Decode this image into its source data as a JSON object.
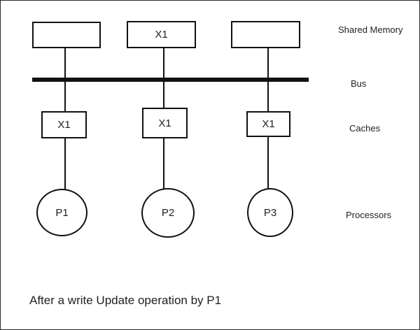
{
  "labels": {
    "shared_memory": "Shared Memory",
    "bus": "Bus",
    "caches": "Caches",
    "processors": "Processors"
  },
  "memory_blocks": [
    {
      "label": ""
    },
    {
      "label": "X1"
    },
    {
      "label": ""
    }
  ],
  "cache_blocks": [
    {
      "label": "X1"
    },
    {
      "label": "X1"
    },
    {
      "label": "X1"
    }
  ],
  "processors": [
    {
      "label": "P1"
    },
    {
      "label": "P2"
    },
    {
      "label": "P3"
    }
  ],
  "caption": "After a write Update operation by P1",
  "colors": {
    "stroke": "#111111",
    "text": "#1f1f1f",
    "background": "#ffffff"
  }
}
